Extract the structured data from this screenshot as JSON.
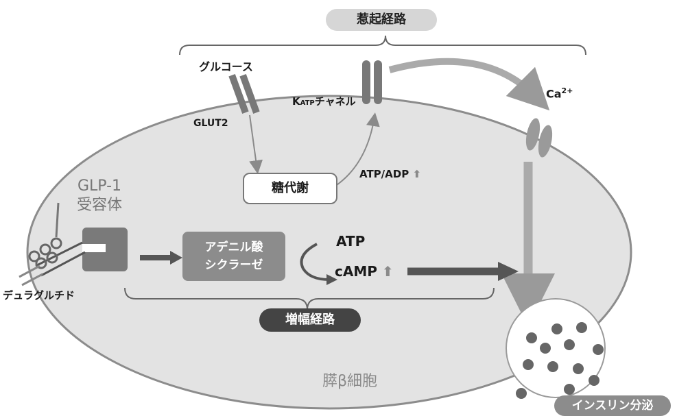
{
  "pathways": {
    "triggering": "惹起経路",
    "amplifying": "増幅経路"
  },
  "labels": {
    "glucose": "グルコース",
    "glut2": "GLUT2",
    "katp_k": "K",
    "katp_sub": "ATP",
    "katp_rest": "チャネル",
    "calcium": "Ca",
    "calcium_sup": "2+",
    "glycolysis": "糖代謝",
    "atp_adp": "ATP/ADP",
    "glp1_line1": "GLP-1",
    "glp1_line2": "受容体",
    "adenylate_line1": "アデニル酸",
    "adenylate_line2": "シクラーゼ",
    "atp": "ATP",
    "camp": "cAMP",
    "drug": "デュラグルチド",
    "cell": "膵β細胞",
    "insulin": "インスリン分泌",
    "up_arrow": "⬆"
  },
  "colors": {
    "cell_fill": "#e3e3e3",
    "cell_stroke": "#8c8c8c",
    "channel": "#787878",
    "arrow_dark": "#555555",
    "arrow_light": "#9a9a9a",
    "pill_light": "#d6d6d6",
    "pill_dark": "#444444"
  }
}
